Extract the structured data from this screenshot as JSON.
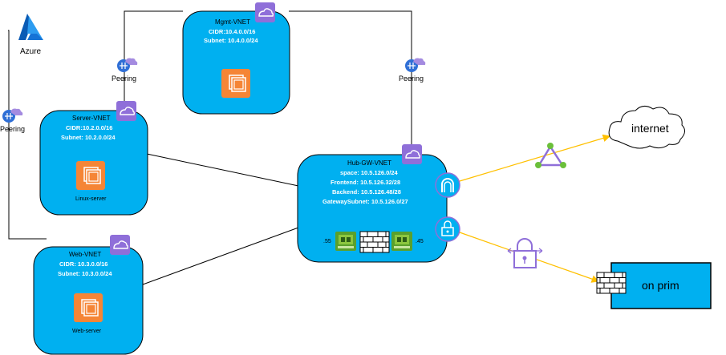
{
  "azure": {
    "label": "Azure"
  },
  "peering": {
    "left": "Peering",
    "mid": "Peering",
    "right": "Peering"
  },
  "vnets": {
    "mgmt": {
      "title": "Mgmt-VNET",
      "line1": "CIDR:10.4.0.0/16",
      "line2": "Subnet: 10.4.0.0/24"
    },
    "server": {
      "title": "Server-VNET",
      "line1": "CIDR:10.2.0.0/16",
      "line2": "Subnet: 10.2.0.0/24",
      "vm": "Linux-server"
    },
    "web": {
      "title": "Web-VNET",
      "line1": "CIDR: 10.3.0.0/16",
      "line2": "Subnet: 10.3.0.0/24",
      "vm": "Web-server"
    },
    "hub": {
      "title": "Hub-GW-VNET",
      "line1": "space: 10.5.126.0/24",
      "line2": "Frontend: 10.5.126.32/28",
      "line3": "Backend: 10.5.126.48/28",
      "line4": "GatewaySubnet: 10.5.126.0/27",
      "nva_left": ".55",
      "nva_right": ".45"
    }
  },
  "internet": {
    "label": "internet"
  },
  "onprem": {
    "label": "on prim"
  },
  "colors": {
    "vnet_fill": "#00b0f0",
    "accent_line": "#ffc000",
    "purple": "#8f6fd9",
    "vm_orange": "#f58536"
  }
}
